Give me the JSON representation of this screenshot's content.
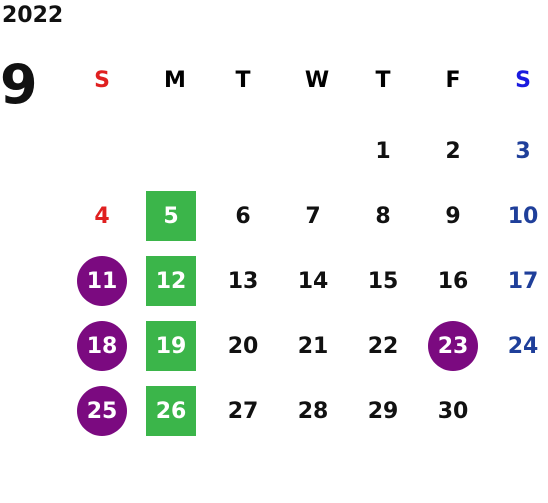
{
  "calendar": {
    "year": "2022",
    "month": "9",
    "weekdays": [
      "S",
      "M",
      "T",
      "W",
      "T",
      "F",
      "S"
    ],
    "weeks": [
      [
        "",
        "",
        "",
        "",
        "1",
        "2",
        "3"
      ],
      [
        "4",
        "5",
        "6",
        "7",
        "8",
        "9",
        "10"
      ],
      [
        "11",
        "12",
        "13",
        "14",
        "15",
        "16",
        "17"
      ],
      [
        "18",
        "19",
        "20",
        "21",
        "22",
        "23",
        "24"
      ],
      [
        "25",
        "26",
        "27",
        "28",
        "29",
        "30",
        ""
      ]
    ],
    "colors": {
      "sunday": "#e02020",
      "saturday": "#1f3f9a",
      "monday_highlight": "#3bb54a",
      "holiday_circle": "#7b0a80"
    }
  }
}
